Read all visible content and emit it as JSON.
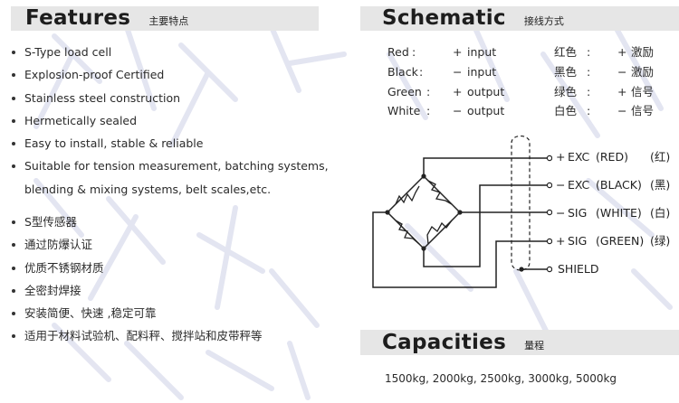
{
  "features": {
    "title": "Features",
    "subtitle": "主要特点",
    "english_items": [
      "S-Type load cell",
      "Explosion-proof Certified",
      "Stainless steel construction",
      "Hermetically sealed",
      "Easy to install, stable & reliable",
      "Suitable for tension measurement, batching systems,",
      "blending & mixing systems, belt scales,etc."
    ],
    "chinese_items": [
      "S型传感器",
      "通过防爆认证",
      "优质不锈钢材质",
      "全密封焊接",
      "安装简便、快速 ,稳定可靠",
      "适用于材料试验机、配料秤、搅拌站和皮带秤等"
    ]
  },
  "schematic": {
    "title": "Schematic",
    "subtitle": "接线方式",
    "wires": [
      {
        "color_en": "Red",
        "sep": ":",
        "sign": "+",
        "func_en": "input",
        "color_cn": "红色",
        "sep_cn": ":",
        "func_cn": "激励"
      },
      {
        "color_en": "Black",
        "sep": ":",
        "sign": "−",
        "func_en": "input",
        "color_cn": "黑色",
        "sep_cn": ":",
        "func_cn": "激励"
      },
      {
        "color_en": "Green",
        "sep": ":",
        "sign": "+",
        "func_en": "output",
        "color_cn": "绿色",
        "sep_cn": ":",
        "func_cn": "信号"
      },
      {
        "color_en": "White",
        "sep": ":",
        "sign": "−",
        "func_en": "output",
        "color_cn": "白色",
        "sep_cn": ":",
        "func_cn": "信号"
      }
    ],
    "terminals": [
      {
        "sign": "+",
        "name": "EXC",
        "color": "(RED)",
        "cn": "(红)"
      },
      {
        "sign": "−",
        "name": "EXC",
        "color": "(BLACK)",
        "cn": "(黑)"
      },
      {
        "sign": "−",
        "name": "SIG",
        "color": "(WHITE)",
        "cn": "(白)"
      },
      {
        "sign": "+",
        "name": "SIG",
        "color": "(GREEN)",
        "cn": "(绿)"
      },
      {
        "sign": "",
        "name": "SHIELD",
        "color": "",
        "cn": ""
      }
    ]
  },
  "capacities": {
    "title": "Capacities",
    "subtitle": "量程",
    "values": "1500kg, 2000kg, 2500kg, 3000kg, 5000kg"
  }
}
